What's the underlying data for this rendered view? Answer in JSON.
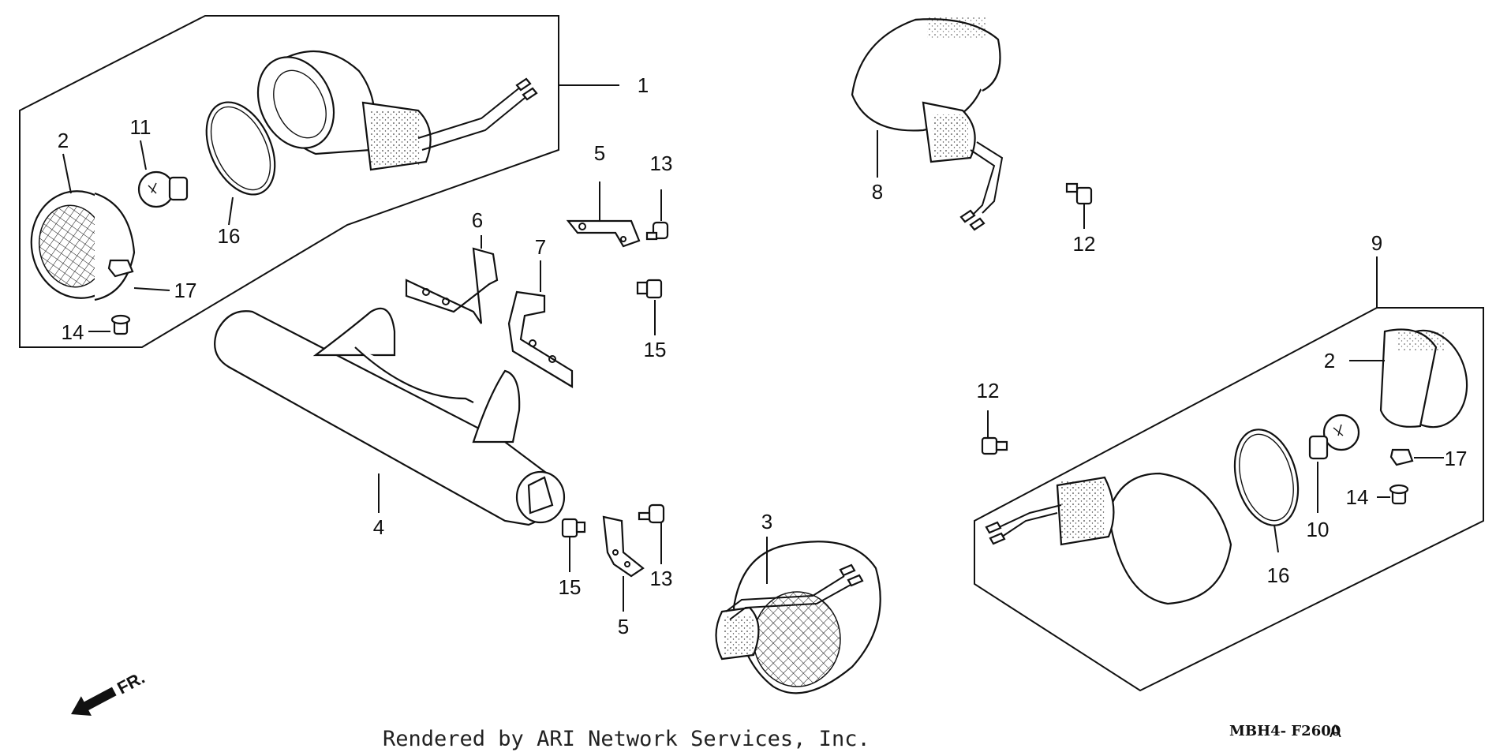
{
  "labels": {
    "p1": "1",
    "p2a": "2",
    "p11": "11",
    "p16a": "16",
    "p17a": "17",
    "p14a": "14",
    "p6": "6",
    "p7": "7",
    "p5a": "5",
    "p13a": "13",
    "p15a": "15",
    "p4": "4",
    "p15b": "15",
    "p5b": "5",
    "p13b": "13",
    "p3": "3",
    "p8": "8",
    "p12a": "12",
    "p9": "9",
    "p2b": "2",
    "p17b": "17",
    "p14b": "14",
    "p12b": "12",
    "p10": "10",
    "p16b": "16"
  },
  "direction_label": "FR.",
  "footer": {
    "credit": "Rendered by ARI Network Services, Inc.",
    "code": "MBH4- F2600",
    "revision": "A"
  }
}
